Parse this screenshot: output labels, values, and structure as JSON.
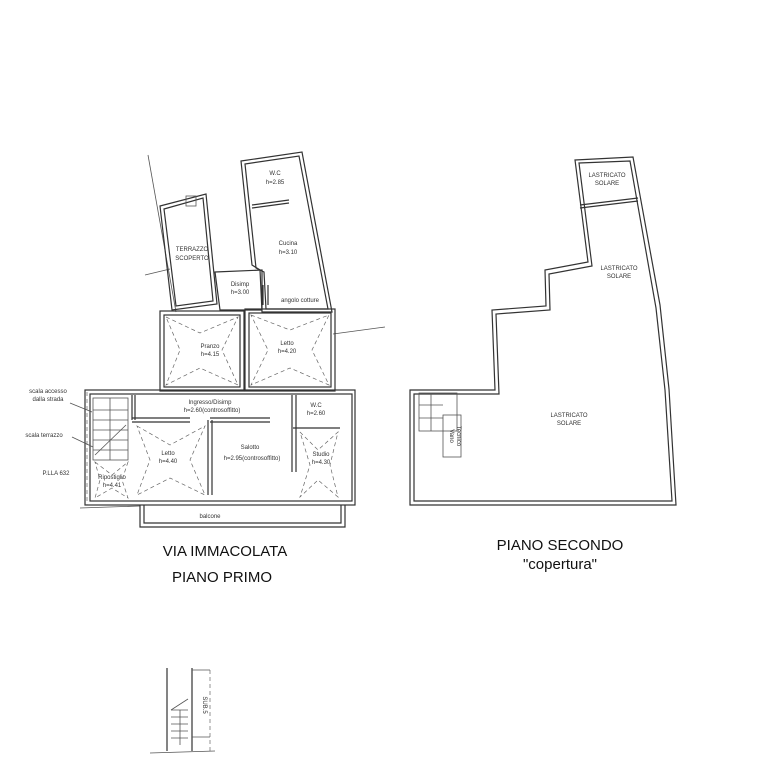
{
  "piano_primo": {
    "street": "VIA IMMACOLATA",
    "title": "PIANO PRIMO",
    "rooms": {
      "wc1": {
        "name": "W.C",
        "h": "h=2.85"
      },
      "cucina": {
        "name": "Cucina",
        "h": "h=3.10"
      },
      "terrazzo": {
        "name": "TERRAZZO",
        "name2": "SCOPERTO"
      },
      "disimp": {
        "name": "Disimp",
        "h": "h=3.00"
      },
      "angolo": {
        "name": "angolo cotture"
      },
      "pranzo": {
        "name": "Pranzo",
        "h": "h=4.15"
      },
      "letto1": {
        "name": "Letto",
        "h": "h=4.20"
      },
      "ingresso": {
        "name": "Ingresso/Disimp",
        "h": "h=2.60(controsoffitto)"
      },
      "wc2": {
        "name": "W.C",
        "h": "h=2.60"
      },
      "letto2": {
        "name": "Letto",
        "h": "h=4.40"
      },
      "salotto": {
        "name": "Salotto",
        "h": "h=2.95(controsoffitto)"
      },
      "studio": {
        "name": "Studio",
        "h": "h=4.30"
      },
      "ripostiglio": {
        "name": "Ripostiglio",
        "h": "h=4.41"
      },
      "balcone": {
        "name": "balcone"
      }
    },
    "notes": {
      "scala_accesso": "scala accesso",
      "scala_accesso2": "dalla strada",
      "scala_terrazzo": "scala terrazzo",
      "particella": "P.LLA 632"
    }
  },
  "piano_secondo": {
    "title": "PIANO SECONDO",
    "subtitle": "\"copertura\"",
    "rooms": {
      "lastricato": "LASTRICATO",
      "solare": "SOLARE",
      "vano": "Vano",
      "tecnico": "Tecnico"
    }
  },
  "stair_detail": {
    "label": "SUB.5"
  }
}
